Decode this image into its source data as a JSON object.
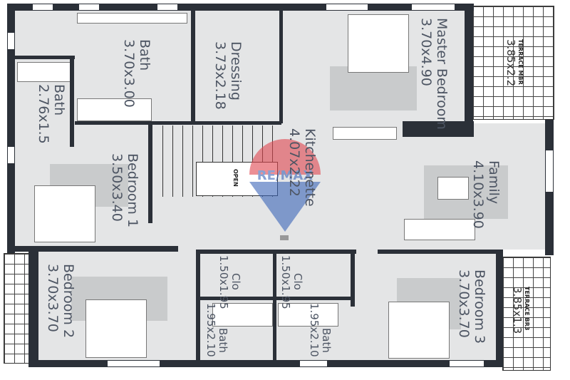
{
  "rooms": {
    "bath_master": {
      "name": "Bath",
      "size": "3.70x3.00"
    },
    "bath_small": {
      "name": "Bath",
      "size": "2.76x1.5"
    },
    "dressing": {
      "name": "Dressing",
      "size": "3.73x2.18"
    },
    "master_bedroom": {
      "name": "Master Bedroom",
      "size": "3.70x4.90"
    },
    "terrace_mbr": {
      "name": "TERRACE MBR",
      "size": "3.85x2.2"
    },
    "bedroom1": {
      "name": "Bedroom 1",
      "size": "3.50x3.40"
    },
    "kitchenette": {
      "name": "Kitchenette",
      "size": "4.07x2.22"
    },
    "stair_open": {
      "name": "OPEN"
    },
    "family": {
      "name": "Family",
      "size": "4.10x3.90"
    },
    "bedroom2": {
      "name": "Bedroom 2",
      "size": "3.70x3.70"
    },
    "clo_left": {
      "name": "Clo",
      "size": "1.50x1.95"
    },
    "clo_right": {
      "name": "Clo",
      "size": "1.50x1.95"
    },
    "bath_left": {
      "name": "Bath",
      "size": "1.95x2.10"
    },
    "bath_right": {
      "name": "Bath",
      "size": "1.95x2.10"
    },
    "bedroom3": {
      "name": "Bedroom 3",
      "size": "3.70x3.70"
    },
    "terrace_br3": {
      "name": "TERRACE BR3",
      "size": "3.85x1.3"
    }
  },
  "watermark": {
    "text": "RE/MAX"
  },
  "colors": {
    "wall": "#2b3038",
    "floor": "#e4e5e6",
    "brand_red": "#e0464f",
    "brand_blue": "#3b66b8"
  }
}
